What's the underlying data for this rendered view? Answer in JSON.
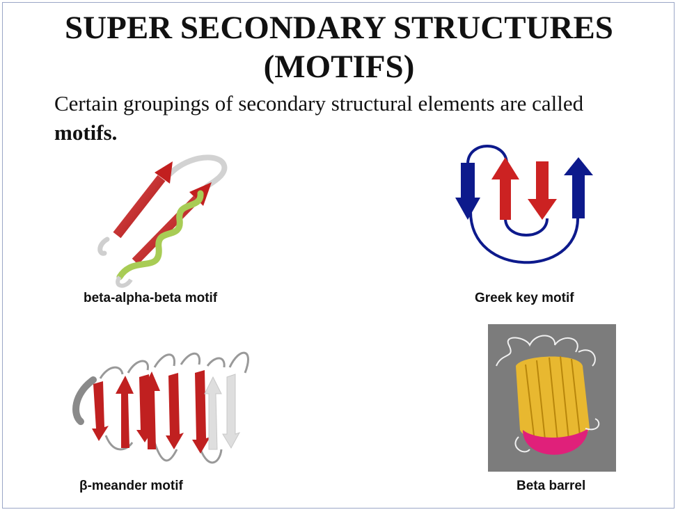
{
  "slide": {
    "title_line1": "SUPER SECONDARY STRUCTURES",
    "title_line2": "(MOTIFS)",
    "intro_text": "Certain groupings of secondary structural elements are called",
    "intro_bold": "motifs."
  },
  "figures": [
    {
      "id": "bab",
      "caption": "beta-alpha-beta motif",
      "icon": "beta-alpha-beta-ribbon"
    },
    {
      "id": "greek",
      "caption": "Greek key motif",
      "icon": "greek-key-diagram"
    },
    {
      "id": "meander",
      "caption": "β-meander motif",
      "icon": "beta-meander-ribbon"
    },
    {
      "id": "barrel",
      "caption": "Beta barrel",
      "icon": "beta-barrel-render"
    }
  ],
  "colors": {
    "strand_red": "#cc2222",
    "greek_blue": "#0d1a8c",
    "helix_green": "#a8cc55",
    "barrel_bg": "#7c7c7c",
    "barrel_yellow": "#e8b830",
    "barrel_pink": "#e0207a"
  }
}
